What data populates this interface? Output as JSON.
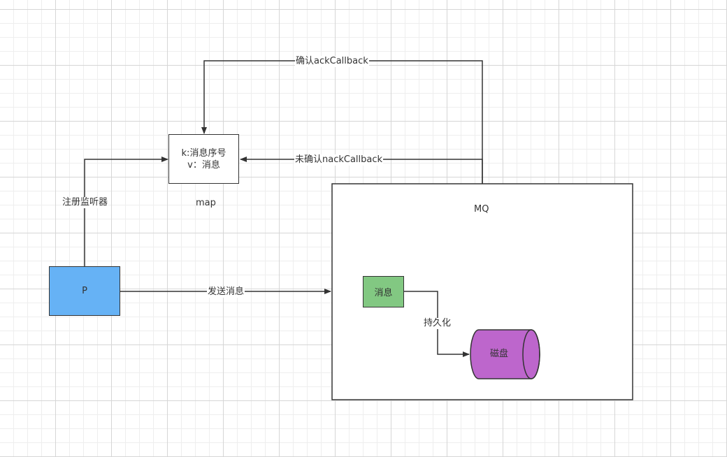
{
  "nodes": {
    "map_box": {
      "line1": "k:消息序号",
      "line2": "v：消息"
    },
    "map_caption": "map",
    "producer": {
      "label": "P",
      "fill": "#66b2f5"
    },
    "mq": {
      "label": "MQ"
    },
    "message": {
      "label": "消息",
      "fill": "#82c882"
    },
    "disk": {
      "label": "磁盘",
      "fill": "#bd66cc"
    }
  },
  "edges": {
    "ack": "确认ackCallback",
    "nack": "未确认nackCallback",
    "register": "注册监听器",
    "send": "发送消息",
    "persist": "持久化"
  }
}
